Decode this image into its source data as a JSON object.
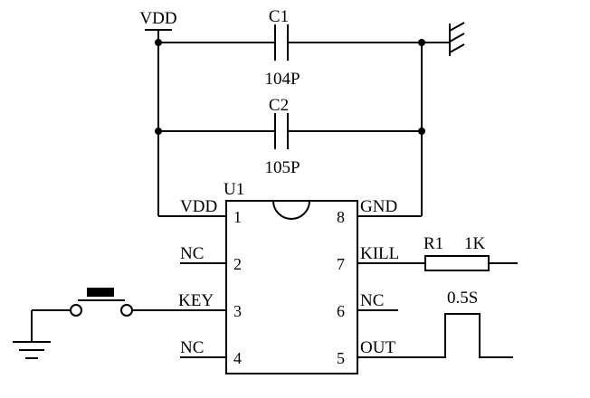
{
  "schematic": {
    "power": {
      "label": "VDD"
    },
    "capacitors": {
      "c1": {
        "ref": "C1",
        "value": "104P"
      },
      "c2": {
        "ref": "C2",
        "value": "105P"
      }
    },
    "ic": {
      "ref": "U1",
      "pins": {
        "p1": {
          "num": "1",
          "name": "VDD"
        },
        "p2": {
          "num": "2",
          "name": "NC"
        },
        "p3": {
          "num": "3",
          "name": "KEY"
        },
        "p4": {
          "num": "4",
          "name": "NC"
        },
        "p5": {
          "num": "5",
          "name": "OUT"
        },
        "p6": {
          "num": "6",
          "name": "NC"
        },
        "p7": {
          "num": "7",
          "name": "KILL"
        },
        "p8": {
          "num": "8",
          "name": "GND"
        }
      }
    },
    "resistor": {
      "ref": "R1",
      "value": "1K"
    },
    "waveform": {
      "label": "0.5S"
    },
    "colors": {
      "line": "#000000",
      "background": "#ffffff"
    }
  }
}
